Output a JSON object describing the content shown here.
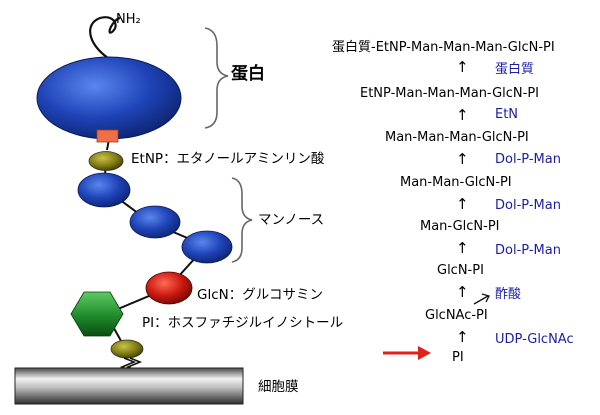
{
  "left": {
    "nh2": "NH₂",
    "protein_label": "蛋白",
    "etnp_label": "EtNP：エタノールアミンリン酸",
    "mannose_label": "マンノース",
    "glcn_label": "GlcN：グルコサミン",
    "pi_label": "PI：ホスファチジルイノシトール",
    "membrane_label": "細胞膜"
  },
  "pathway": {
    "steps": [
      "蛋白質-EtNP-Man-Man-Man-GlcN-PI",
      "EtNP-Man-Man-Man-GlcN-PI",
      "Man-Man-Man-GlcN-PI",
      "Man-Man-GlcN-PI",
      "Man-GlcN-PI",
      "GlcN-PI",
      "GlcNAc-PI",
      "PI"
    ],
    "enzymes": [
      "蛋白質",
      "EtN",
      "Dol-P-Man",
      "Dol-P-Man",
      "Dol-P-Man",
      "酢酸",
      "UDP-GlcNAc"
    ],
    "arrow_glyph": "↑"
  },
  "colors": {
    "protein_blue": "#1e3fae",
    "mannose_blue": "#1f44b8",
    "glcn_red": "#cc1a10",
    "pi_green": "#1f8a2a",
    "anchor_olive": "#7f7a10",
    "etnp_orange": "#ef7048",
    "enzyme_text": "#1c1ca8",
    "pointer_red": "#e0201a"
  }
}
